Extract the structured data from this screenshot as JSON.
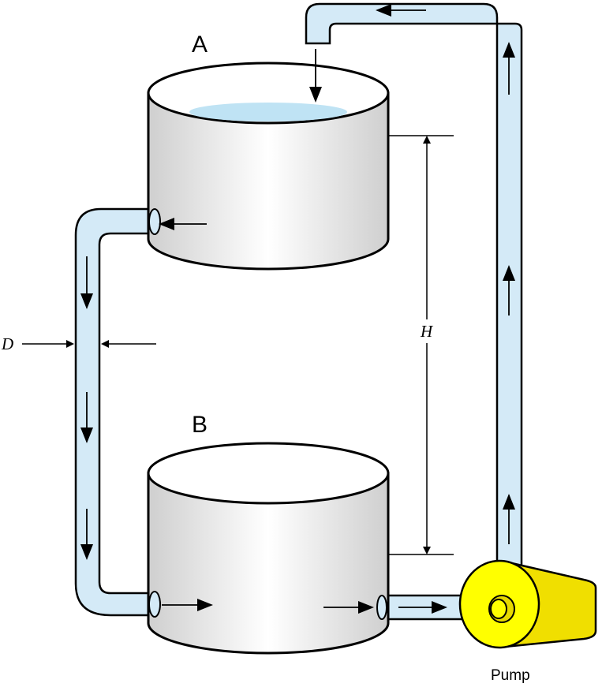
{
  "labels": {
    "tank_a": "A",
    "tank_b": "B",
    "height": "H",
    "diameter": "D",
    "pump": "Pump"
  },
  "colors": {
    "pipe_fill": "#d4eaf7",
    "water_surface": "#bfe3f4",
    "tank_body": "#e8e8e8",
    "tank_top": "#ffffff",
    "pump_body": "#ffff00",
    "pump_shadow": "#e6d900",
    "outline": "#000000"
  },
  "icons": {
    "flow_arrow": "arrow-icon",
    "pump": "pump-icon"
  }
}
